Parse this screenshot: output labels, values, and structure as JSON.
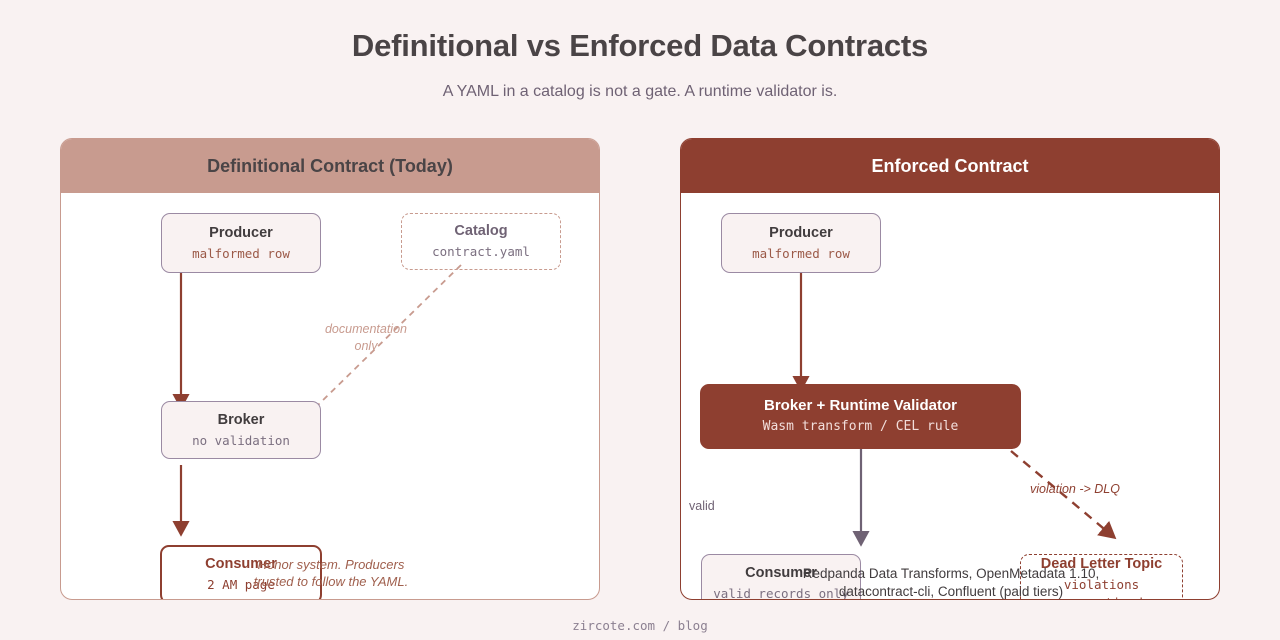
{
  "header": {
    "title": "Definitional vs Enforced Data Contracts",
    "subtitle": "A YAML in a catalog is not a gate. A runtime validator is."
  },
  "colors": {
    "background": "#f9f2f2",
    "panel_left_header": "#c89b8f",
    "panel_right_header": "#8e3f30",
    "accent_red": "#8e3f30",
    "accent_rose": "#c89b8f",
    "purple_gray": "#6f6274",
    "node_border_purple": "#9b8aa3",
    "title_text": "#4a4446"
  },
  "panels": [
    {
      "id": "definitional",
      "title": "Definitional Contract (Today)",
      "nodes": [
        {
          "id": "producer",
          "title": "Producer",
          "subtitle": "malformed row"
        },
        {
          "id": "catalog",
          "title": "Catalog",
          "subtitle": "contract.yaml"
        },
        {
          "id": "broker",
          "title": "Broker",
          "subtitle": "no validation"
        },
        {
          "id": "consumer",
          "title": "Consumer",
          "subtitle": "2 AM page"
        }
      ],
      "edge_labels": {
        "documentation_only": "documentation\nonly"
      },
      "footer": "Honor system. Producers\ntrusted to follow the YAML."
    },
    {
      "id": "enforced",
      "title": "Enforced Contract",
      "nodes": [
        {
          "id": "producer",
          "title": "Producer",
          "subtitle": "malformed row"
        },
        {
          "id": "validator",
          "title": "Broker + Runtime Validator",
          "subtitle": "Wasm transform / CEL rule"
        },
        {
          "id": "consumer",
          "title": "Consumer",
          "subtitle": "valid records only"
        },
        {
          "id": "dlq",
          "title": "Dead Letter Topic",
          "subtitle": "violations quarantined"
        }
      ],
      "edge_labels": {
        "valid": "valid",
        "violation": "violation -> DLQ"
      },
      "footer": "Redpanda Data Transforms, OpenMetadata 1.10,\ndatacontract-cli, Confluent (paid tiers)"
    }
  ],
  "watermark": "zircote.com / blog"
}
